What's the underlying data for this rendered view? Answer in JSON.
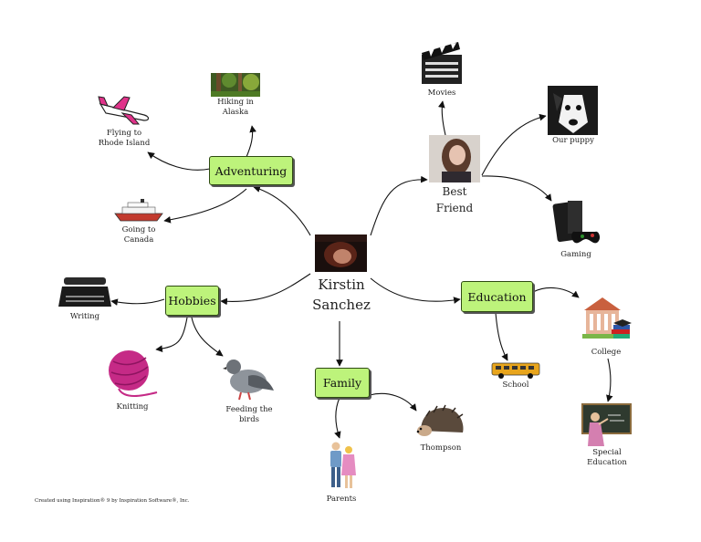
{
  "center": {
    "line1": "Kirstin",
    "line2": "Sanchez"
  },
  "best_friend": {
    "line1": "Best",
    "line2": "Friend"
  },
  "categories": {
    "adventuring": "Adventuring",
    "hobbies": "Hobbies",
    "family": "Family",
    "education": "Education"
  },
  "leaves": {
    "hiking": [
      "Hiking in",
      "Alaska"
    ],
    "flying": [
      "Flying to",
      "Rhode Island"
    ],
    "canada": [
      "Going to",
      "Canada"
    ],
    "movies": [
      "Movies"
    ],
    "puppy": [
      "Our puppy"
    ],
    "gaming": [
      "Gaming"
    ],
    "writing": [
      "Writing"
    ],
    "knitting": [
      "Knitting"
    ],
    "birds": [
      "Feeding the",
      "birds"
    ],
    "thompson": [
      "Thompson"
    ],
    "parents": [
      "Parents"
    ],
    "school": [
      "School"
    ],
    "college": [
      "College"
    ],
    "special_ed": [
      "Special",
      "Education"
    ]
  },
  "footer": "Created using Inspiration® 9 by Inspiration Software®, Inc."
}
